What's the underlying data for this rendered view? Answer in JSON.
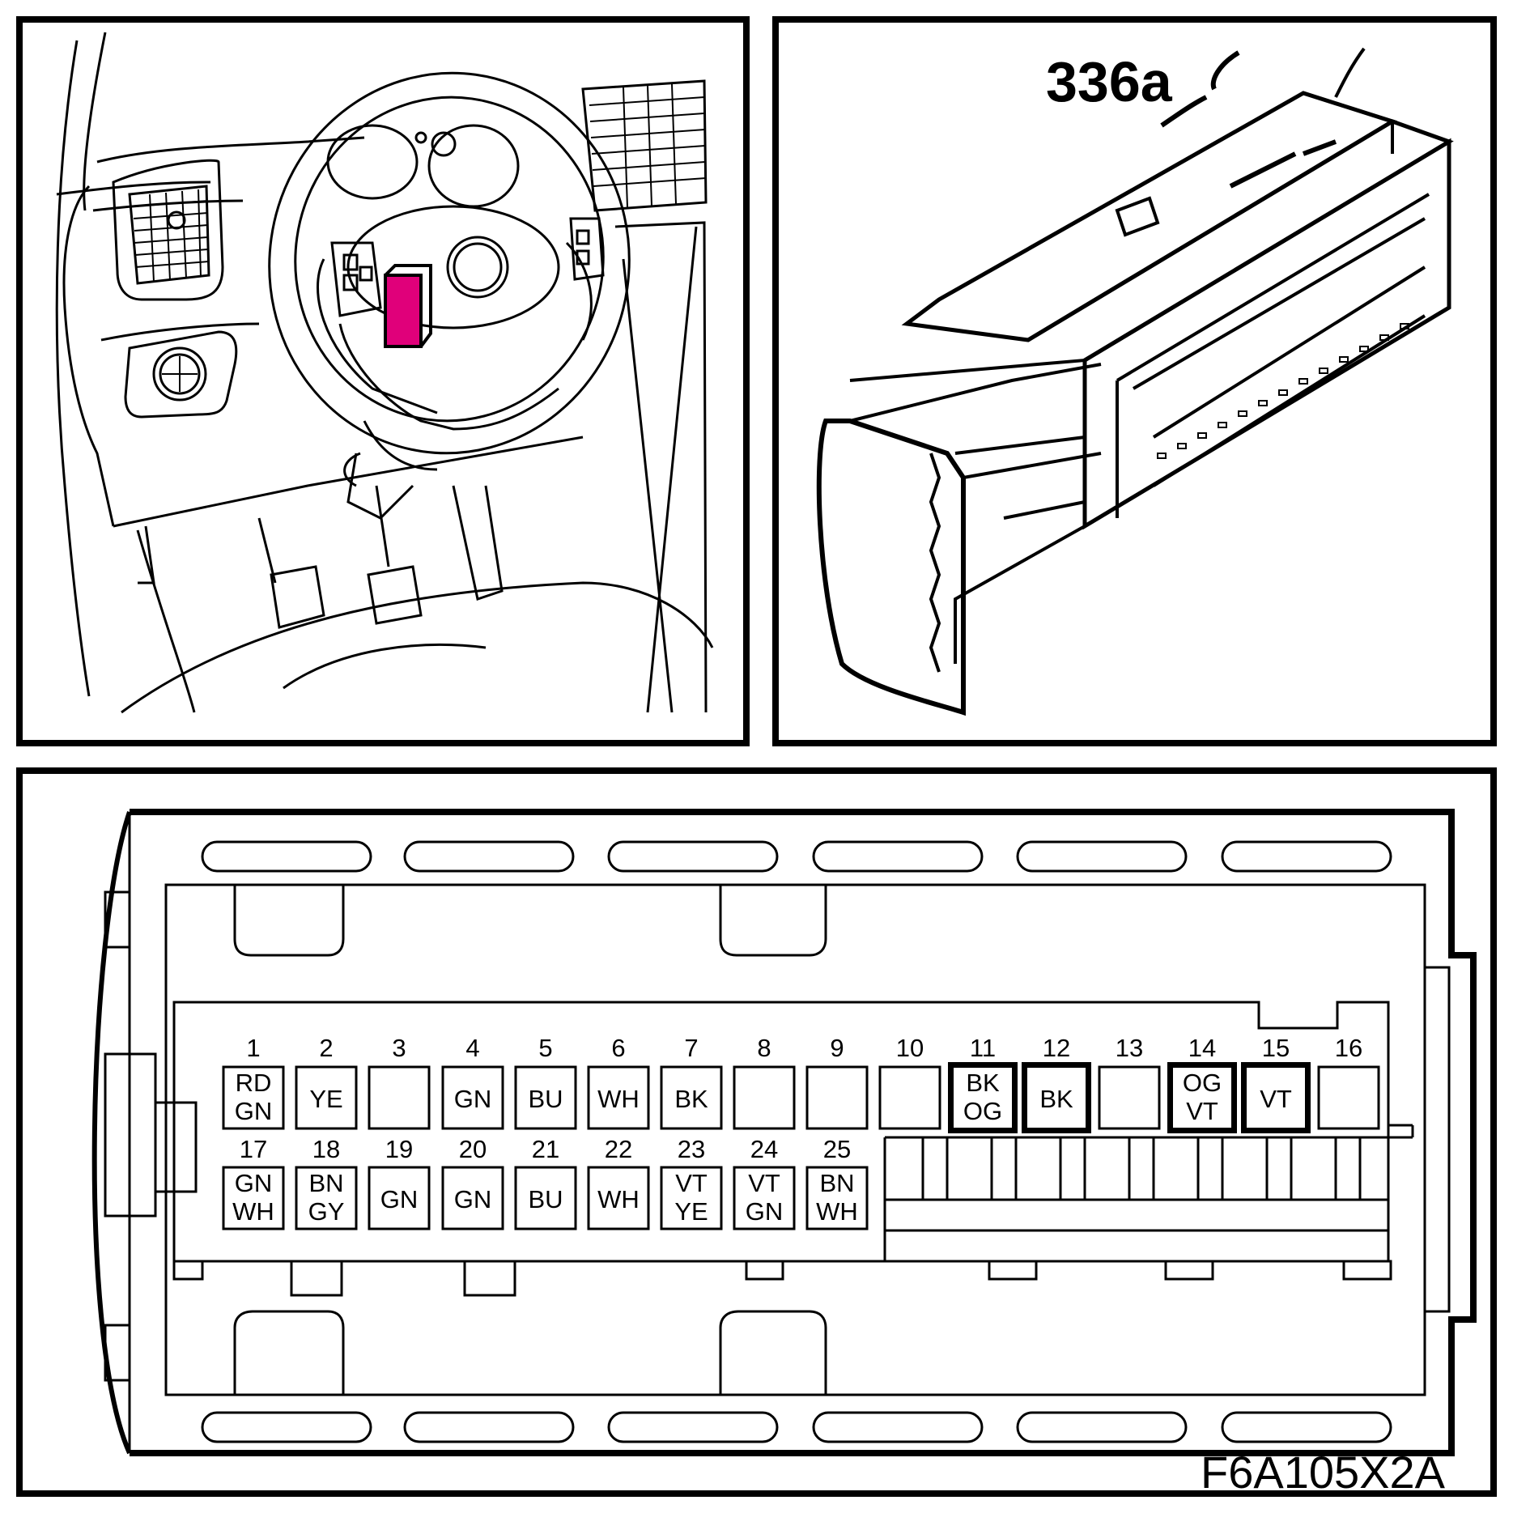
{
  "connector_label": "336a",
  "figure_code": "F6A105X2A",
  "highlight_color": "#e0007a",
  "pins": [
    {
      "num": "1",
      "wire": [
        "RD",
        "GN"
      ],
      "highlighted": false
    },
    {
      "num": "2",
      "wire": [
        "YE"
      ],
      "highlighted": false
    },
    {
      "num": "3",
      "wire": [],
      "highlighted": false
    },
    {
      "num": "4",
      "wire": [
        "GN"
      ],
      "highlighted": false
    },
    {
      "num": "5",
      "wire": [
        "BU"
      ],
      "highlighted": false
    },
    {
      "num": "6",
      "wire": [
        "WH"
      ],
      "highlighted": false
    },
    {
      "num": "7",
      "wire": [
        "BK"
      ],
      "highlighted": false
    },
    {
      "num": "8",
      "wire": [],
      "highlighted": false
    },
    {
      "num": "9",
      "wire": [],
      "highlighted": false
    },
    {
      "num": "10",
      "wire": [],
      "highlighted": false
    },
    {
      "num": "11",
      "wire": [
        "BK",
        "OG"
      ],
      "highlighted": true
    },
    {
      "num": "12",
      "wire": [
        "BK"
      ],
      "highlighted": true
    },
    {
      "num": "13",
      "wire": [],
      "highlighted": false
    },
    {
      "num": "14",
      "wire": [
        "OG",
        "VT"
      ],
      "highlighted": true
    },
    {
      "num": "15",
      "wire": [
        "VT"
      ],
      "highlighted": true
    },
    {
      "num": "16",
      "wire": [],
      "highlighted": false
    },
    {
      "num": "17",
      "wire": [
        "GN",
        "WH"
      ],
      "highlighted": false
    },
    {
      "num": "18",
      "wire": [
        "BN",
        "GY"
      ],
      "highlighted": false
    },
    {
      "num": "19",
      "wire": [
        "GN"
      ],
      "highlighted": false
    },
    {
      "num": "20",
      "wire": [
        "GN"
      ],
      "highlighted": false
    },
    {
      "num": "21",
      "wire": [
        "BU"
      ],
      "highlighted": false
    },
    {
      "num": "22",
      "wire": [
        "WH"
      ],
      "highlighted": false
    },
    {
      "num": "23",
      "wire": [
        "VT",
        "YE"
      ],
      "highlighted": false
    },
    {
      "num": "24",
      "wire": [
        "VT",
        "GN"
      ],
      "highlighted": false
    },
    {
      "num": "25",
      "wire": [
        "BN",
        "WH"
      ],
      "highlighted": false
    }
  ]
}
